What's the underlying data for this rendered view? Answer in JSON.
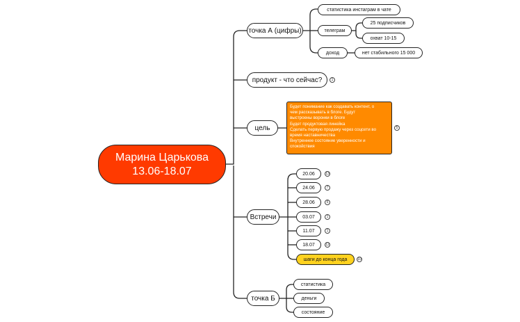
{
  "central": {
    "line1": "Марина Царькова",
    "line2": "13.06-18.07"
  },
  "branches": {
    "a": {
      "label": "точка А (цифры)"
    },
    "a_stat": {
      "label": "статистика инстаграм в чате"
    },
    "a_tg": {
      "label": "телеграм"
    },
    "a_tg_subs": {
      "label": "25 подписчиков"
    },
    "a_tg_reach": {
      "label": "охват 10-15"
    },
    "a_income": {
      "label": "доход"
    },
    "a_income_val": {
      "label": "нет стабильного 15 000"
    },
    "product": {
      "label": "продукт - что сейчас?",
      "badge": "1"
    },
    "goal": {
      "label": "цель",
      "badge": "5",
      "note": [
        "Будет понимание как создавать контент, о",
        "чем рассказывать в блоге. Будут",
        "выстроены воронки в блоге",
        "Будет продуктовая линейка",
        "Сделать первую продажу через соцсети во",
        "время наставничества",
        "Внутреннее состояние уверенности и",
        "спокойствия"
      ]
    },
    "meetings": {
      "label": "Встречи",
      "items": [
        {
          "label": "20.06",
          "badge": "13"
        },
        {
          "label": "24.06",
          "badge": "7"
        },
        {
          "label": "28.06",
          "badge": "6"
        },
        {
          "label": "03.07",
          "badge": "1"
        },
        {
          "label": "11.07",
          "badge": "1"
        },
        {
          "label": "18.07",
          "badge": "12"
        }
      ],
      "steps": {
        "label": "шаги до конца года",
        "badge": "10"
      }
    },
    "b": {
      "label": "точка Б",
      "items": [
        {
          "label": "статистика"
        },
        {
          "label": "деньги"
        },
        {
          "label": "состояние"
        }
      ]
    }
  },
  "colors": {
    "central": "#ff3a00",
    "goal_note": "#ff8a00",
    "steps": "#ffd21f",
    "line": "#222222"
  }
}
